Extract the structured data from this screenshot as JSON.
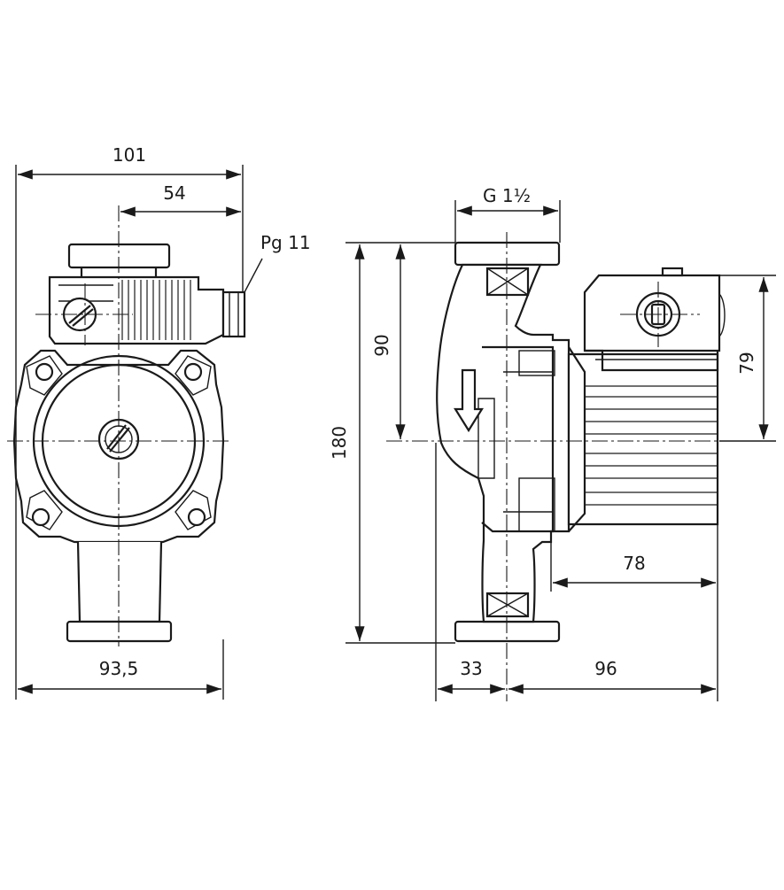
{
  "dimensions": {
    "front_total_width": "101",
    "front_box_offset": "54",
    "cable_gland": "Pg 11",
    "front_bottom_width": "93,5",
    "pipe_thread": "G 1½",
    "height_total": "180",
    "height_axis_top": "90",
    "box_height": "79",
    "motor_length": "78",
    "inlet_offset": "33",
    "side_depth": "96"
  }
}
